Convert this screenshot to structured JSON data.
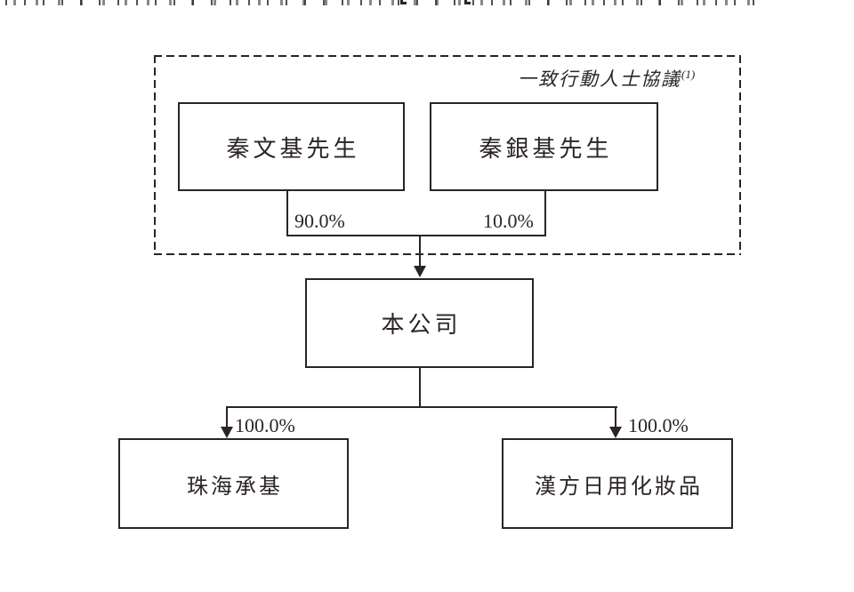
{
  "page": {
    "bg": "#ffffff",
    "ink": "#2b2424",
    "clipped_text_line_at_top": true
  },
  "group": {
    "label": "一致行動人士協議",
    "superscript": "(1)"
  },
  "nodes": {
    "shareholder_left": {
      "label": "秦文基先生"
    },
    "shareholder_right": {
      "label": "秦銀基先生"
    },
    "company": {
      "label": "本公司"
    },
    "subsidiary_left": {
      "label": "珠海承基"
    },
    "subsidiary_right": {
      "label": "漢方日用化妝品"
    }
  },
  "edges": [
    {
      "from": "秦文基先生",
      "to": "本公司",
      "label": "90.0%"
    },
    {
      "from": "秦銀基先生",
      "to": "本公司",
      "label": "10.0%"
    },
    {
      "from": "本公司",
      "to": "珠海承基",
      "label": "100.0%"
    },
    {
      "from": "本公司",
      "to": "漢方日用化妝品",
      "label": "100.0%"
    }
  ]
}
